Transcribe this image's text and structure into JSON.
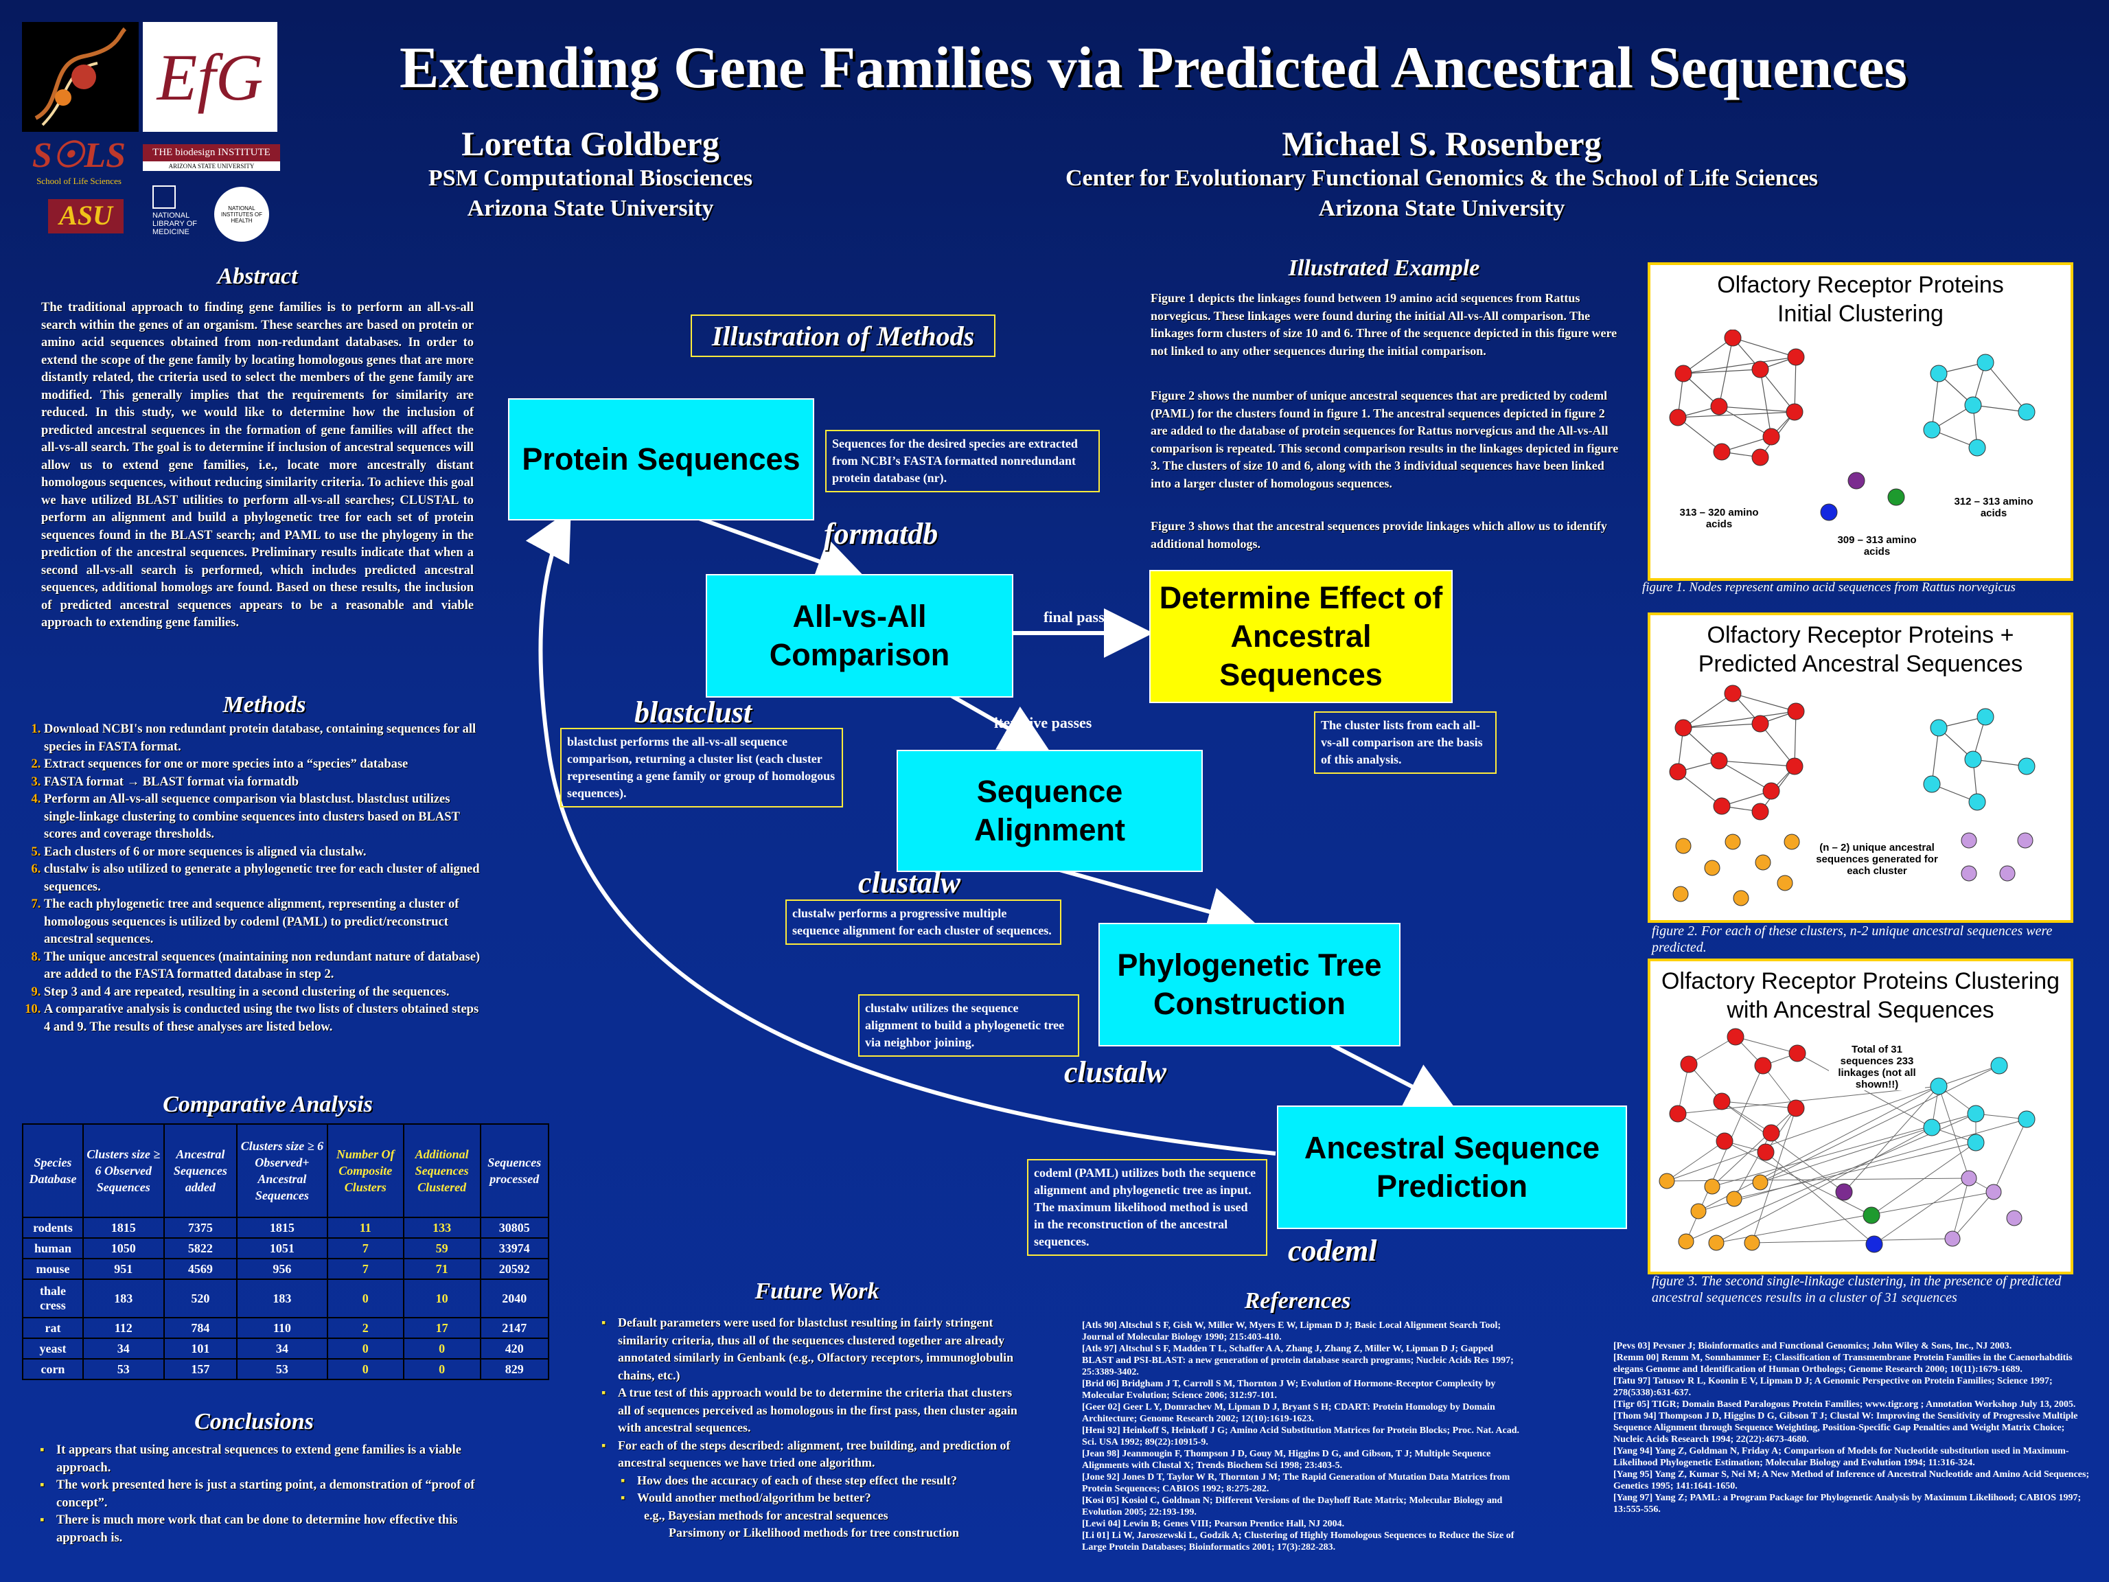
{
  "title": "Extending Gene Families via Predicted Ancestral Sequences",
  "authors": [
    {
      "name": "Loretta Goldberg",
      "line1": "PSM Computational Biosciences",
      "line2": "Arizona State University"
    },
    {
      "name": "Michael S. Rosenberg",
      "line1": "Center for Evolutionary Functional Genomics & the School of Life Sciences",
      "line2": "Arizona State University"
    }
  ],
  "logos": {
    "sols": "S☉LS",
    "sols_sub": "School of Life Sciences",
    "asu": "ASU",
    "biodesign": "THE biodesign INSTITUTE",
    "biodesign_sub": "ARIZONA STATE UNIVERSITY",
    "nlm": "NATIONAL LIBRARY OF MEDICINE",
    "nih": "NATIONAL INSTITUTES OF HEALTH",
    "efg": "EfG"
  },
  "abstract": {
    "heading": "Abstract",
    "text": "The traditional approach to finding gene families is to perform an all-vs-all search within the genes of an organism. These searches are based on protein or amino acid sequences obtained from non-redundant databases. In order to extend the scope of the gene family by locating homologous genes that are more distantly related, the criteria used to select the members of the gene family are modified. This generally implies that the requirements for similarity are reduced. In this study, we would like to determine how the inclusion of predicted ancestral sequences in the formation of gene families will affect the all-vs-all search. The goal is to determine if inclusion of ancestral sequences will allow us to extend gene families, i.e., locate more ancestrally distant homologous sequences, without reducing similarity criteria. To achieve this goal we have utilized BLAST utilities to perform all-vs-all searches; CLUSTAL to perform an alignment and build a phylogenetic tree for each set of protein sequences found in the BLAST search; and PAML to use the phylogeny in the prediction of the ancestral sequences. Preliminary results indicate that when a second all-vs-all search is performed, which includes predicted ancestral sequences, additional homologs are found. Based on these results, the inclusion of predicted ancestral sequences appears to be a reasonable and viable approach to extending gene families."
  },
  "methods": {
    "heading": "Methods",
    "steps": [
      "Download NCBI's non redundant protein database, containing sequences for all species in FASTA format.",
      "Extract sequences for one or more species into a “species” database",
      "FASTA format → BLAST format via formatdb",
      "Perform an All-vs-all sequence comparison via blastclust. blastclust utilizes single-linkage clustering to combine sequences into clusters based on BLAST scores and coverage thresholds.",
      "Each clusters of 6 or more sequences is aligned via clustalw.",
      "clustalw is also utilized to generate a phylogenetic tree for each cluster of aligned sequences.",
      "The each phylogenetic tree and sequence alignment, representing a cluster of homologous sequences is utilized by codeml (PAML) to predict/reconstruct ancestral sequences.",
      "The unique ancestral sequences (maintaining non redundant nature of database) are added to the FASTA formatted database in step 2.",
      "Step 3 and 4 are repeated, resulting in a second clustering of the sequences.",
      "A comparative analysis is conducted using the two lists of clusters obtained steps 4 and 9. The results of these analyses are listed below."
    ]
  },
  "comparative": {
    "heading": "Comparative Analysis",
    "headers": [
      "Species Database",
      "Clusters size ≥ 6 Observed Sequences",
      "Ancestral Sequences added",
      "Clusters size ≥ 6 Observed+ Ancestral Sequences",
      "Number Of Composite Clusters",
      "Additional Sequences Clustered",
      "Sequences processed"
    ],
    "rows": [
      [
        "rodents",
        "1815",
        "7375",
        "1815",
        "11",
        "133",
        "30805"
      ],
      [
        "human",
        "1050",
        "5822",
        "1051",
        "7",
        "59",
        "33974"
      ],
      [
        "mouse",
        "951",
        "4569",
        "956",
        "7",
        "71",
        "20592"
      ],
      [
        "thale cress",
        "183",
        "520",
        "183",
        "0",
        "10",
        "2040"
      ],
      [
        "rat",
        "112",
        "784",
        "110",
        "2",
        "17",
        "2147"
      ],
      [
        "yeast",
        "34",
        "101",
        "34",
        "0",
        "0",
        "420"
      ],
      [
        "corn",
        "53",
        "157",
        "53",
        "0",
        "0",
        "829"
      ]
    ]
  },
  "conclusions": {
    "heading": "Conclusions",
    "items": [
      "It appears that using ancestral sequences to extend gene families is a viable approach.",
      "The work presented here is just a starting point, a demonstration of “proof of concept”.",
      "There is much more work that can be done to determine how effective this approach is."
    ]
  },
  "diagram": {
    "heading": "Illustration of Methods",
    "boxes": {
      "protein": "Protein Sequences",
      "allvsall": "All-vs-All Comparison",
      "effect": "Determine Effect of Ancestral Sequences",
      "alignment": "Sequence Alignment",
      "phylo": "Phylogenetic Tree Construction",
      "ancestral": "Ancestral Sequence Prediction"
    },
    "tools": {
      "formatdb": "formatdb",
      "blastclust": "blastclust",
      "clustalw1": "clustalw",
      "clustalw2": "clustalw",
      "codeml": "codeml"
    },
    "edges": {
      "final": "final pass",
      "iterative": "iterative passes"
    },
    "notes": {
      "protein": "Sequences for the desired species are extracted from NCBI’s FASTA formatted nonredundant protein database (nr).",
      "blastclust": "blastclust performs the all-vs-all sequence comparison, returning a cluster list (each cluster representing a gene family or group of homologous sequences).",
      "effect": "The cluster lists from each all-vs-all comparison are the basis of this analysis.",
      "clustalw1": "clustalw performs a progressive multiple sequence alignment for each cluster of sequences.",
      "clustalw2": "clustalw utilizes the sequence alignment to build a phylogenetic tree via neighbor joining.",
      "codeml": "codeml (PAML) utilizes both the sequence alignment and phylogenetic tree as input. The maximum likelihood method is used in the reconstruction of the ancestral sequences."
    }
  },
  "example": {
    "heading": "Illustrated Example",
    "p1": "Figure 1 depicts the linkages found between 19 amino acid sequences from Rattus norvegicus. These linkages were found during the initial All-vs-All comparison. The linkages form clusters of size 10 and 6. Three of the sequence depicted in this figure were not linked to any other sequences during the initial comparison.",
    "p2": "Figure 2 shows the number of unique ancestral sequences that are predicted by codeml (PAML) for the clusters found in figure 1. The ancestral sequences depicted in figure 2 are added to the database of protein sequences for Rattus norvegicus and the All-vs-All comparison is repeated. This second comparison results in the linkages depicted in figure 3. The clusters of size 10 and 6, along with the 3 individual sequences have been linked into a larger cluster of homologous sequences.",
    "p3": "Figure 3 shows that the ancestral sequences provide linkages which allow us to identify additional homologs."
  },
  "figures": [
    {
      "title": "Olfactory Receptor Proteins Initial Clustering",
      "labels": [
        "313 – 320 amino acids",
        "312 – 313 amino acids",
        "309 – 313 amino acids"
      ],
      "caption": "figure 1. Nodes represent amino acid sequences from Rattus norvegicus"
    },
    {
      "title": "Olfactory Receptor Proteins + Predicted Ancestral Sequences",
      "labels": [
        "(n – 2) unique ancestral sequences generated for each cluster"
      ],
      "caption": "figure 2. For each of these clusters, n-2 unique ancestral sequences were predicted."
    },
    {
      "title": "Olfactory Receptor Proteins Clustering with Ancestral Sequences",
      "labels": [
        "Total of 31 sequences 233 linkages (not all shown!!)"
      ],
      "caption": "figure 3. The second single-linkage clustering, in the presence of predicted ancestral sequences results in a cluster of 31 sequences"
    }
  ],
  "future": {
    "heading": "Future Work",
    "items": [
      "Default parameters were used for blastclust resulting in fairly stringent similarity criteria, thus all of the sequences clustered together are already annotated similarly in Genbank (e.g., Olfactory receptors, immunoglobulin chains, etc.)",
      "A true test of this approach would be to determine the criteria that clusters all of sequences perceived as homologous in the first pass, then cluster again with ancestral sequences.",
      "For each of the steps described: alignment, tree building, and prediction of ancestral sequences we have tried one algorithm."
    ],
    "subitems": [
      "How does the accuracy of each of these step effect the result?",
      "Would another method/algorithm be better?"
    ],
    "tail1": "e.g., Bayesian methods for ancestral sequences",
    "tail2": "Parsimony or Likelihood methods for tree construction"
  },
  "references": {
    "heading": "References",
    "left": [
      "[Atls 90] Altschul S F, Gish W, Miller W, Myers E W, Lipman D J; Basic Local Alignment Search Tool; Journal of Molecular Biology 1990; 215:403-410.",
      "[Atls 97] Altschul S F, Madden T L, Schaffer A A, Zhang J, Zhang Z, Miller W, Lipman D J; Gapped BLAST and PSI-BLAST: a new generation of protein database search programs; Nucleic Acids Res 1997; 25:3389-3402.",
      "[Brid 06] Bridgham J T, Carroll S M, Thornton J W; Evolution of Hormone-Receptor Complexity by Molecular Evolution; Science 2006; 312:97-101.",
      "[Geer 02] Geer L Y, Domrachev M, Lipman D J, Bryant S H; CDART: Protein Homology by Domain Architecture; Genome Research 2002; 12(10):1619-1623.",
      "[Heni 92] Heinkoff S, Heinkoff J G; Amino Acid Substitution Matrices for Protein Blocks; Proc. Nat. Acad. Sci. USA 1992; 89(22):10915-9.",
      "[Jean 98] Jeanmougin F, Thompson J D, Gouy M, Higgins D G, and Gibson, T J; Multiple Sequence Alignments with Clustal X; Trends Biochem Sci 1998; 23:403-5.",
      "[Jone 92] Jones D T, Taylor W R, Thornton J M; The Rapid Generation of Mutation Data Matrices from Protein Sequences; CABIOS 1992; 8:275-282.",
      "[Kosi 05] Kosiol C, Goldman N; Different Versions of the Dayhoff Rate Matrix; Molecular Biology and Evolution 2005; 22:193-199.",
      "[Lewi 04] Lewin B; Genes VIII; Pearson Prentice Hall, NJ 2004.",
      "[Li 01] Li W, Jaroszewski L, Godzik A; Clustering of Highly Homologous Sequences to Reduce the Size of Large Protein Databases; Bioinformatics 2001; 17(3):282-283."
    ],
    "right": [
      "[Pevs 03] Pevsner J; Bioinformatics and Functional Genomics; John Wiley & Sons, Inc., NJ 2003.",
      "[Remm 00] Remm M, Sonnhammer E; Classification of Transmembrane Protein Families in the Caenorhabditis elegans Genome and Identification of Human Orthologs; Genome Research 2000; 10(11):1679-1689.",
      "[Tatu 97] Tatusov R L, Koonin E V, Lipman D J; A Genomic Perspective on Protein Families; Science 1997; 278(5338):631-637.",
      "[Tigr 05] TIGR; Domain Based Paralogous Protein Families; www.tigr.org ; Annotation Workshop July 13, 2005.",
      "[Thom 94] Thompson J D, Higgins D G, Gibson T J; Clustal W: Improving the Sensitivity of Progressive Multiple Sequence Alignment through Sequence Weighting, Position-Specific Gap Penalties and Weight Matrix Choice; Nucleic Acids Research 1994; 22(22):4673-4680.",
      "[Yang 94] Yang Z, Goldman N, Friday A; Comparison of Models for Nucleotide substitution used in Maximum-Likelihood Phylogenetic Estimation; Molecular Biology and Evolution 1994; 11:316-324.",
      "[Yang 95] Yang Z, Kumar S, Nei M; A New Method of Inference of Ancestral Nucleotide and Amino Acid Sequences; Genetics 1995; 141:1641-1650.",
      "[Yang 97] Yang Z; PAML: a Program Package for Phylogenetic Analysis by Maximum Likelihood; CABIOS 1997; 13:555-556."
    ]
  },
  "colors": {
    "cyan_box": "#00f0ff",
    "yellow_box": "#ffff00",
    "note_border": "#ffeb3b",
    "bg_top": "#061a5e",
    "bg_bottom": "#0b2f9a"
  }
}
